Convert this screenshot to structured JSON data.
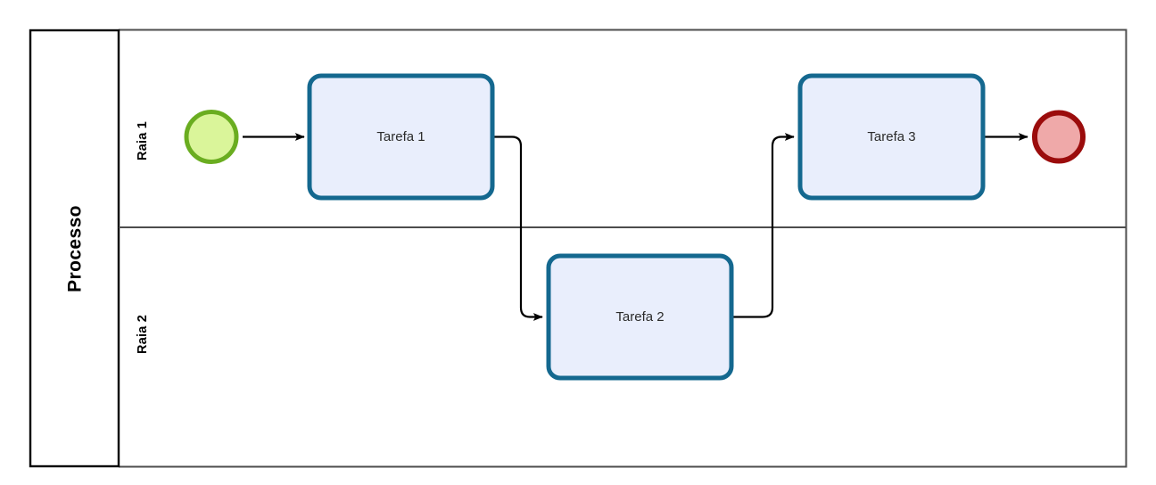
{
  "diagram": {
    "type": "bpmn-pool-lanes",
    "pool": {
      "title": "Processo",
      "border_color": "#000000",
      "lane_divider_color": "#4d4d4d",
      "background": "#ffffff"
    },
    "lanes": [
      {
        "id": "lane-1",
        "label": "Raia 1"
      },
      {
        "id": "lane-2",
        "label": "Raia 2"
      }
    ],
    "events": [
      {
        "id": "start-event",
        "kind": "start-event",
        "label": "",
        "lane": "Raia 1",
        "fill": "#daf59a",
        "stroke": "#6aad20"
      },
      {
        "id": "end-event",
        "kind": "end-event",
        "label": "",
        "lane": "Raia 1",
        "fill": "#efa9a9",
        "stroke": "#9b0c0c"
      }
    ],
    "tasks": [
      {
        "id": "task-1",
        "label": "Tarefa 1",
        "lane": "Raia 1",
        "fill": "#e9eefc",
        "stroke": "#14688f"
      },
      {
        "id": "task-2",
        "label": "Tarefa 2",
        "lane": "Raia 2",
        "fill": "#e9eefc",
        "stroke": "#14688f"
      },
      {
        "id": "task-3",
        "label": "Tarefa 3",
        "lane": "Raia 1",
        "fill": "#e9eefc",
        "stroke": "#14688f"
      }
    ],
    "flows": [
      {
        "id": "flow-start-task1",
        "from": "start-event",
        "to": "task-1",
        "label": ""
      },
      {
        "id": "flow-task1-task2",
        "from": "task-1",
        "to": "task-2",
        "label": ""
      },
      {
        "id": "flow-task2-task3",
        "from": "task-2",
        "to": "task-3",
        "label": ""
      },
      {
        "id": "flow-task3-end",
        "from": "task-3",
        "to": "end-event",
        "label": ""
      }
    ],
    "connector_color": "#000000"
  }
}
